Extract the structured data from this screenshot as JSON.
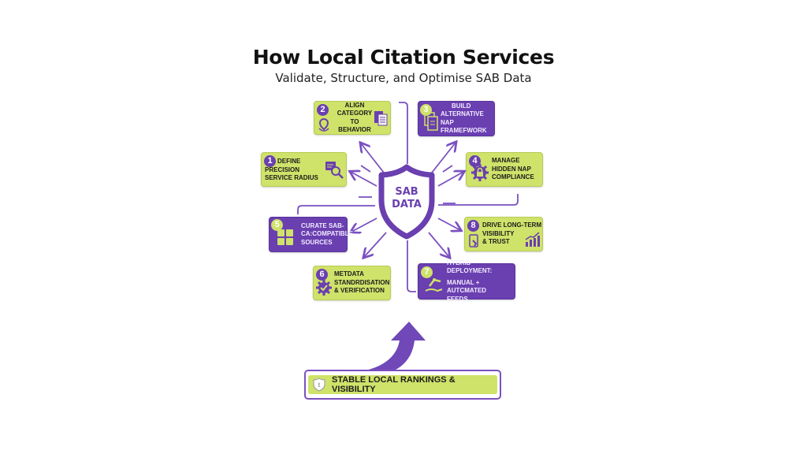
{
  "title": "How Local Citation Services",
  "subtitle": "Validate, Structure, and Optimise SAB Data",
  "center": {
    "line1": "SAB",
    "line2": "DATA",
    "icon": "shield-icon"
  },
  "colors": {
    "purple": "#6a3fb0",
    "green": "#cfe26a"
  },
  "steps": [
    {
      "number": "1",
      "label": "Define Precision Service Radius",
      "lines": [
        "DEFINE",
        "PRECISION",
        "SERVICE RADIUS"
      ],
      "icon": "map-search-icon",
      "style": "green"
    },
    {
      "number": "2",
      "label": "Align Category to Behavior",
      "lines": [
        "ALIGN",
        "CATEGORY",
        "TO BEHAVIOR"
      ],
      "icon": "location-pin-icon",
      "style": "green"
    },
    {
      "number": "3",
      "label": "Build Alternative NAP Framefwork",
      "lines": [
        "BUILD",
        "ALTERNATIVE NAP",
        "FRAMEFWORK"
      ],
      "icon": "documents-icon",
      "style": "purple"
    },
    {
      "number": "4",
      "label": "Manage Hidden NAP Compliance",
      "lines": [
        "MANAGE",
        "HIDDEN NAP",
        "COMPLIANCE"
      ],
      "icon": "gear-lock-icon",
      "style": "green"
    },
    {
      "number": "5",
      "label": "Curate SAB-Cacompatible Sources",
      "lines": [
        "CURATE SAB-",
        "CA:COMPATIBLE",
        "SOURCES"
      ],
      "icon": "grid-blocks-icon",
      "style": "purple"
    },
    {
      "number": "6",
      "label": "Metdata Standrdisation & Verification",
      "lines": [
        "METDATA",
        "STANDRDISATION",
        "& VERIFICATION"
      ],
      "icon": "gear-check-icon",
      "style": "green"
    },
    {
      "number": "7",
      "label": "Hybrid Deployment: Manual + Autcmated Feeds",
      "lines": [
        "HYBRID DEPLOYMENT:",
        "MANUAL + AUTCMATED",
        "FEEDS"
      ],
      "icon": "robot-arm-icon",
      "style": "purple"
    },
    {
      "number": "8",
      "label": "Drive Long-Term Visibility & Trust",
      "lines": [
        "DRIVE LONG-TERM",
        "VISIBILITY",
        "& TRUST"
      ],
      "icon": "growth-chart-icon",
      "style": "green"
    }
  ],
  "result": {
    "label": "STABLE LOCAL RANKINGS & VISIBILITY",
    "icon": "shield-icon"
  }
}
